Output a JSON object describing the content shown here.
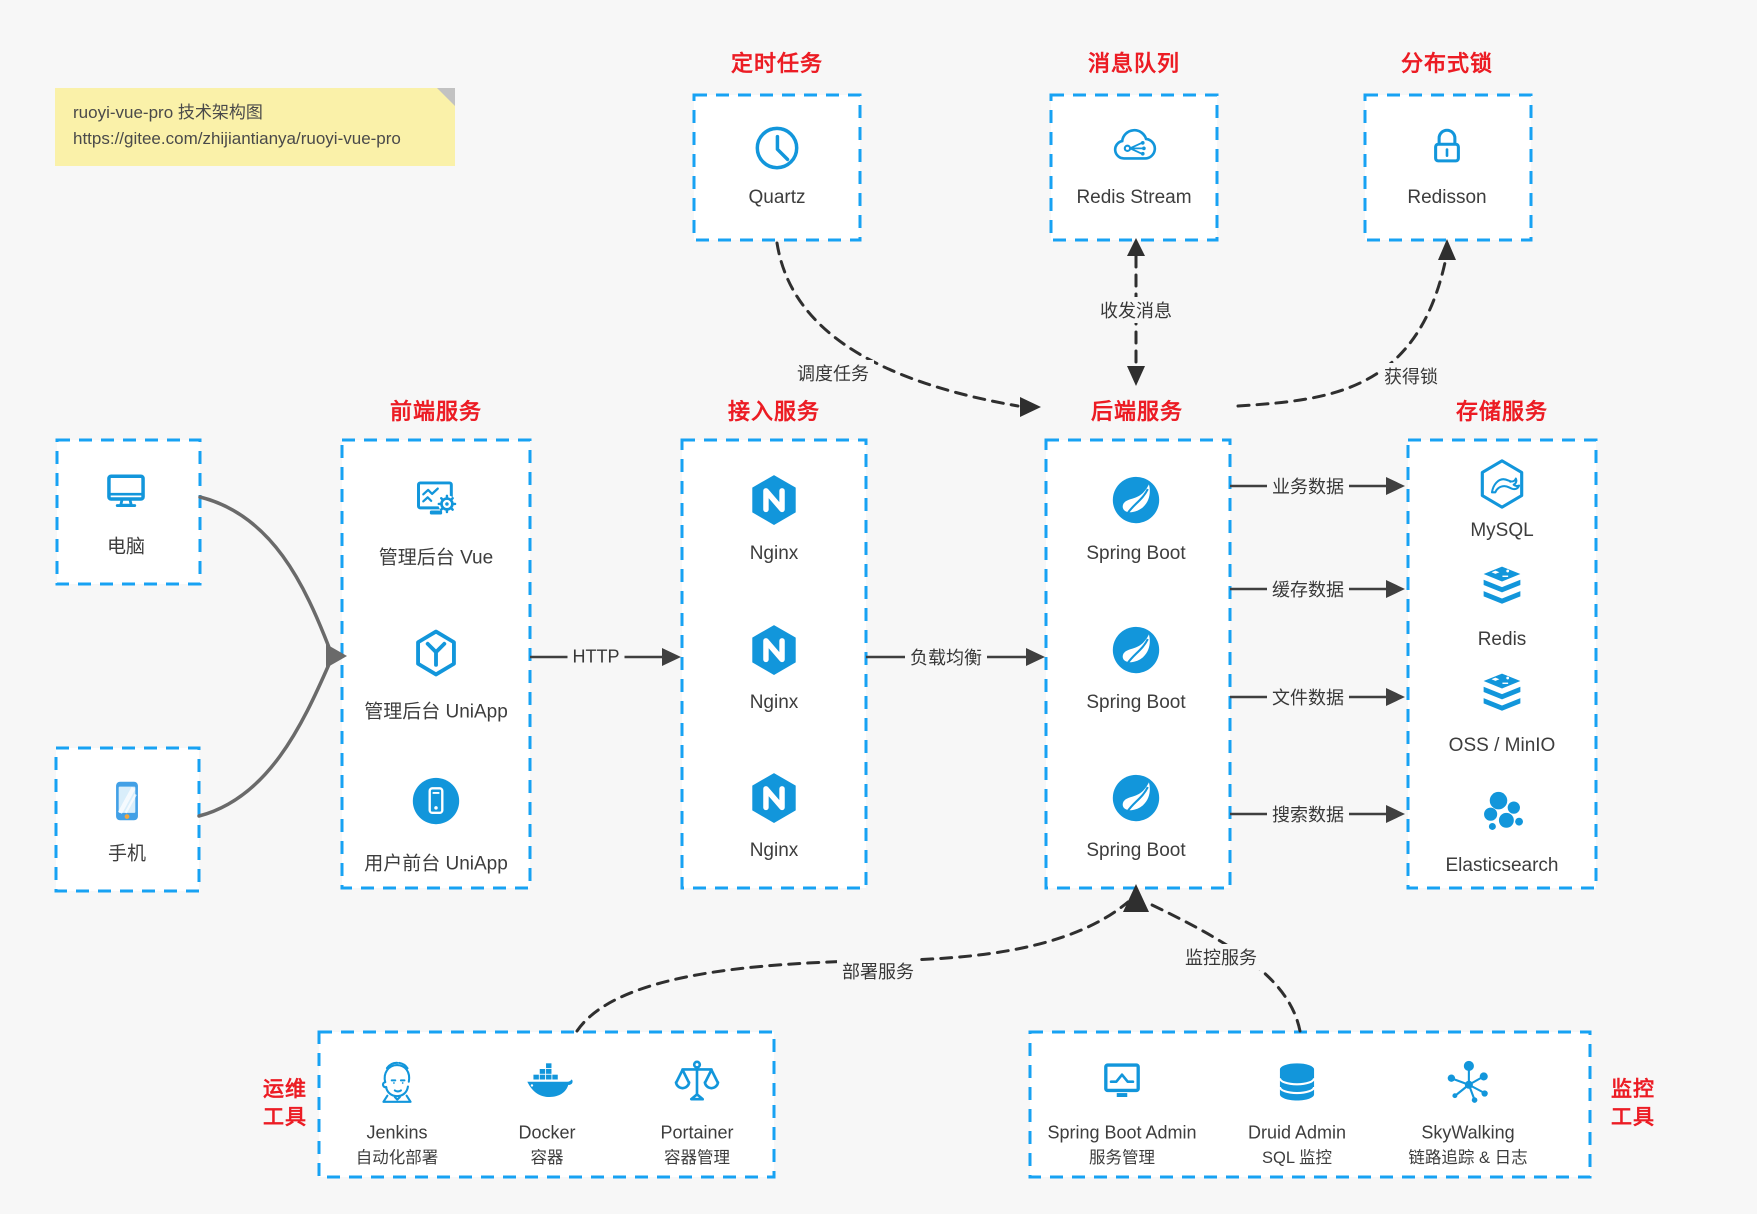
{
  "note": {
    "line1": "ruoyi-vue-pro 技术架构图",
    "line2": "https://gitee.com/zhijiantianya/ruoyi-vue-pro"
  },
  "colors": {
    "box_border_blue": "#17a2f3",
    "icon_blue": "#1296db",
    "title_red": "#ec1c24",
    "canvas_bg": "#f7f7f7",
    "note_bg": "#faf1a9",
    "wire_dark": "#3f3f3f",
    "wire_gray": "#6a6a6a"
  },
  "top_groups": [
    {
      "title": "定时任务",
      "icon": "clock-icon",
      "label": "Quartz"
    },
    {
      "title": "消息队列",
      "icon": "cloud-mq-icon",
      "label": "Redis Stream"
    },
    {
      "title": "分布式锁",
      "icon": "lock-icon",
      "label": "Redisson"
    }
  ],
  "clients": [
    {
      "icon": "desktop-icon",
      "label": "电脑"
    },
    {
      "icon": "smartphone-icon",
      "label": "手机"
    }
  ],
  "columns": [
    {
      "title": "前端服务",
      "items": [
        {
          "icon": "admin-vue-icon",
          "label": "管理后台 Vue"
        },
        {
          "icon": "uniapp-icon",
          "label": "管理后台 UniApp"
        },
        {
          "icon": "user-app-icon",
          "label": "用户前台 UniApp"
        }
      ]
    },
    {
      "title": "接入服务",
      "items": [
        {
          "icon": "nginx-icon",
          "label": "Nginx"
        },
        {
          "icon": "nginx-icon",
          "label": "Nginx"
        },
        {
          "icon": "nginx-icon",
          "label": "Nginx"
        }
      ]
    },
    {
      "title": "后端服务",
      "items": [
        {
          "icon": "spring-boot-icon",
          "label": "Spring Boot"
        },
        {
          "icon": "spring-boot-icon",
          "label": "Spring Boot"
        },
        {
          "icon": "spring-boot-icon",
          "label": "Spring Boot"
        }
      ]
    },
    {
      "title": "存储服务",
      "items": [
        {
          "icon": "mysql-icon",
          "label": "MySQL"
        },
        {
          "icon": "redis-icon",
          "label": "Redis"
        },
        {
          "icon": "oss-icon",
          "label": "OSS / MinIO"
        },
        {
          "icon": "elasticsearch-icon",
          "label": "Elasticsearch"
        }
      ]
    }
  ],
  "bottom_groups": [
    {
      "title_line1": "运维",
      "title_line2": "工具",
      "items": [
        {
          "icon": "jenkins-icon",
          "label": "Jenkins",
          "sublabel": "自动化部署"
        },
        {
          "icon": "docker-icon",
          "label": "Docker",
          "sublabel": "容器"
        },
        {
          "icon": "portainer-icon",
          "label": "Portainer",
          "sublabel": "容器管理"
        }
      ]
    },
    {
      "title_line1": "监控",
      "title_line2": "工具",
      "items": [
        {
          "icon": "spring-boot-admin-icon",
          "label": "Spring Boot Admin",
          "sublabel": "服务管理"
        },
        {
          "icon": "druid-icon",
          "label": "Druid Admin",
          "sublabel": "SQL 监控"
        },
        {
          "icon": "skywalking-icon",
          "label": "SkyWalking",
          "sublabel": "链路追踪 & 日志"
        }
      ]
    }
  ],
  "edges": {
    "http": "HTTP",
    "load_balance": "负载均衡",
    "schedule_job": "调度任务",
    "send_receive_message": "收发消息",
    "acquire_lock": "获得锁",
    "business_data": "业务数据",
    "cache_data": "缓存数据",
    "file_data": "文件数据",
    "search_data": "搜索数据",
    "deploy_service": "部署服务",
    "monitor_service": "监控服务"
  }
}
